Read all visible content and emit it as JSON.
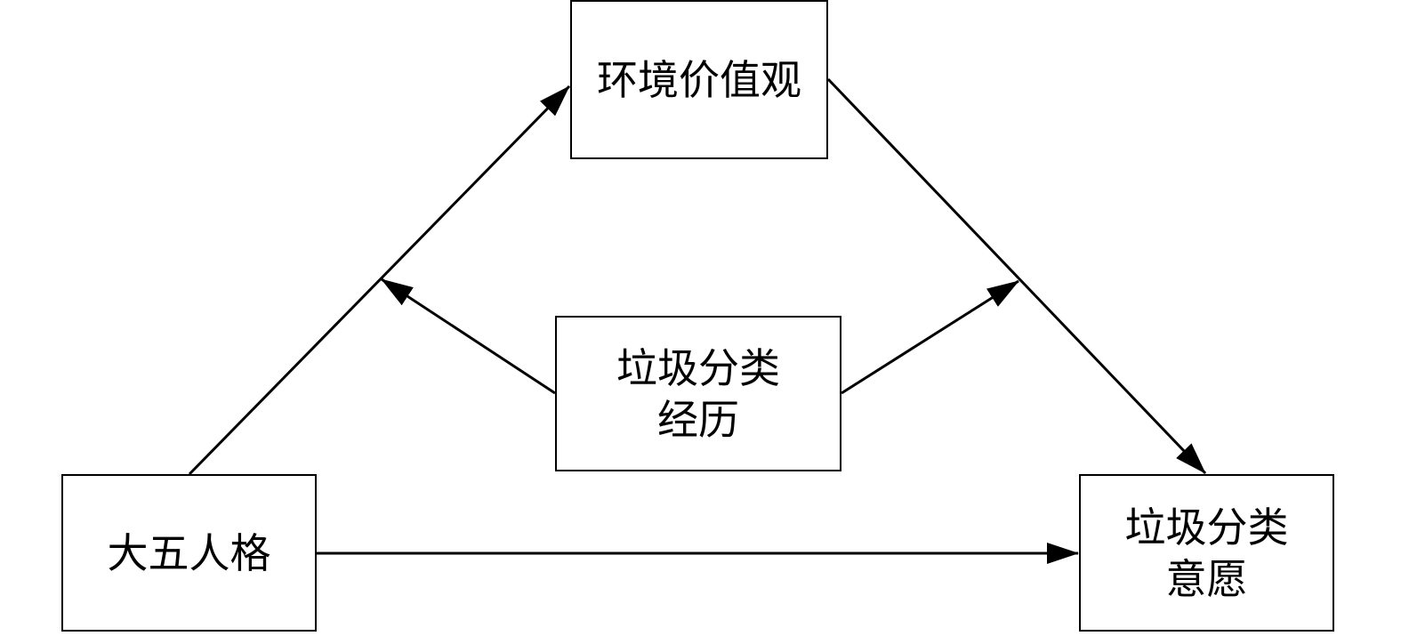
{
  "nodes": {
    "environmental_values": {
      "label": "环境价值观"
    },
    "sorting_experience": {
      "line1": "垃圾分类",
      "line2": "经历"
    },
    "big_five_personality": {
      "label": "大五人格"
    },
    "sorting_intention": {
      "line1": "垃圾分类",
      "line2": "意愿"
    }
  },
  "colors": {
    "stroke": "#000000",
    "background": "#ffffff"
  }
}
